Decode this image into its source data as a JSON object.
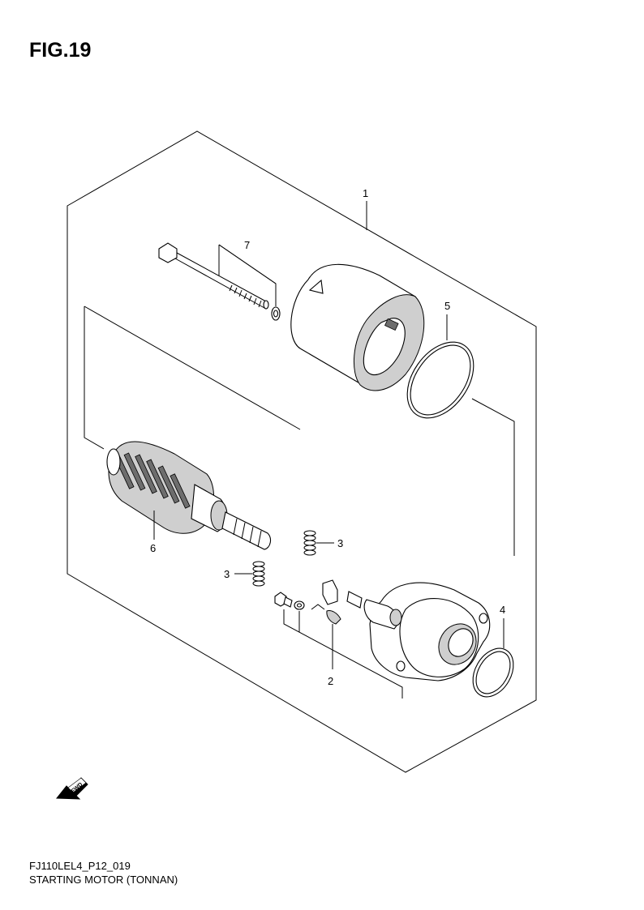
{
  "figure": {
    "title": "FIG.19"
  },
  "footer": {
    "code": "FJ110LEL4_P12_019",
    "name": "STARTING MOTOR (TONNAN)"
  },
  "callouts": {
    "c1": "1",
    "c2": "2",
    "c3a": "3",
    "c3b": "3",
    "c4": "4",
    "c5": "5",
    "c6": "6",
    "c7": "7"
  },
  "fwd_badge": "FWD",
  "icons": {
    "direction": "fwd-arrow-icon"
  }
}
